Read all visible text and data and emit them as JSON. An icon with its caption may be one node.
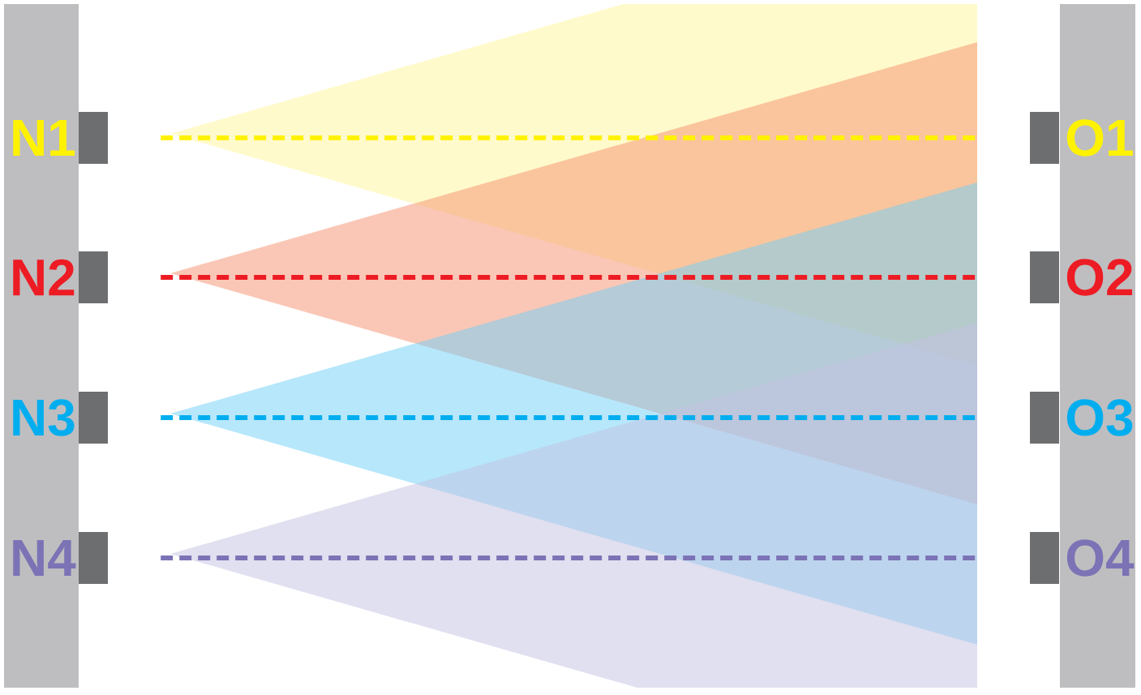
{
  "diagram": {
    "nodes": [
      {
        "text": [],
        "shape": "box",
        "beside": [
          "N1"
        ]
      },
      {
        "text": [],
        "shape": "box",
        "beside": [
          "N2"
        ]
      },
      {
        "text": [],
        "shape": "box",
        "beside": [
          "N3"
        ]
      },
      {
        "text": [],
        "shape": "box",
        "beside": [
          "N4"
        ]
      },
      {
        "text": [],
        "shape": "box",
        "beside": [
          "O1"
        ]
      },
      {
        "text": [],
        "shape": "box",
        "beside": [
          "O2"
        ]
      },
      {
        "text": [],
        "shape": "box",
        "beside": [
          "O3"
        ]
      },
      {
        "text": [],
        "shape": "box",
        "beside": [
          "O4"
        ]
      }
    ],
    "edges": [
      {
        "from": 0,
        "to": 4,
        "arrow": "none",
        "style": "dashed",
        "color": "#fff200"
      },
      {
        "from": 1,
        "to": 5,
        "arrow": "none",
        "style": "dashed",
        "color": "#ed1c24"
      },
      {
        "from": 2,
        "to": 6,
        "arrow": "none",
        "style": "dashed",
        "color": "#00aeef"
      },
      {
        "from": 3,
        "to": 7,
        "arrow": "none",
        "style": "dashed",
        "color": "#7b73b5"
      }
    ]
  }
}
